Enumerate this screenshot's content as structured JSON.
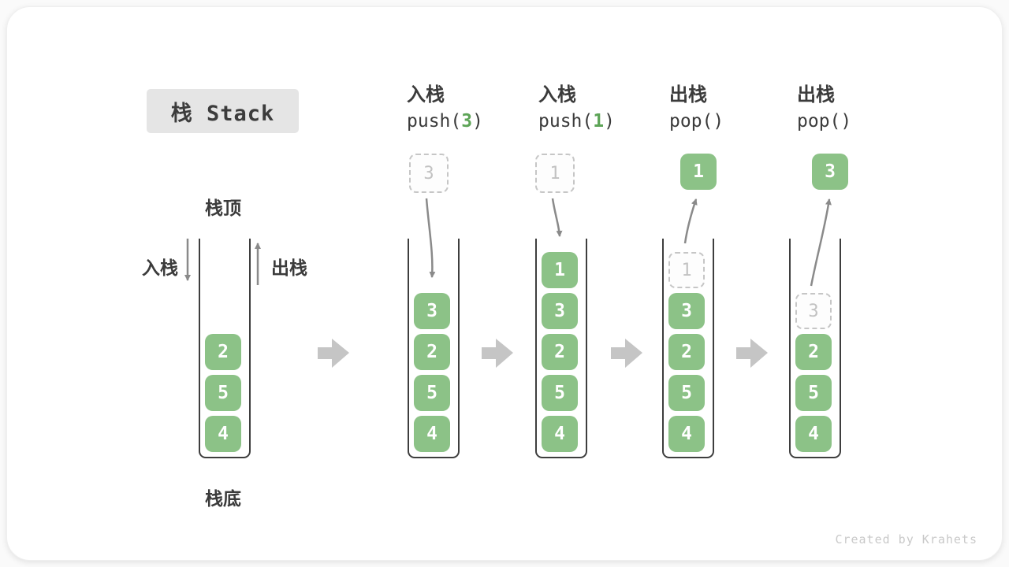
{
  "title": "栈 Stack",
  "labels": {
    "stack_top": "栈顶",
    "stack_bottom": "栈底",
    "push_side": "入栈",
    "pop_side": "出栈"
  },
  "watermark": "Created by Krahets",
  "colors": {
    "cell_green": "#8cc287",
    "code_arg_green": "#5da457",
    "dark_text": "#3b3b3b",
    "motion_arrow_gray": "#8a8a8a",
    "step_arrow_gray": "#c5c5c5",
    "ghost_gray": "#c6c6c6",
    "title_bg": "#e5e5e5"
  },
  "steps": [
    {
      "name": "initial",
      "cells": [
        "2",
        "5",
        "4"
      ]
    },
    {
      "name": "push-3",
      "op_label": "入栈",
      "code_pre": "push(",
      "code_arg": "3",
      "code_post": ")",
      "floating": "3",
      "cells": [
        "3",
        "2",
        "5",
        "4"
      ]
    },
    {
      "name": "push-1",
      "op_label": "入栈",
      "code_pre": "push(",
      "code_arg": "1",
      "code_post": ")",
      "floating": "1",
      "cells": [
        "1",
        "3",
        "2",
        "5",
        "4"
      ]
    },
    {
      "name": "pop-1",
      "op_label": "出栈",
      "code_pre": "pop(",
      "code_arg": "",
      "code_post": ")",
      "floating": "1",
      "ghost": "1",
      "cells": [
        "3",
        "2",
        "5",
        "4"
      ]
    },
    {
      "name": "pop-3",
      "op_label": "出栈",
      "code_pre": "pop(",
      "code_arg": "",
      "code_post": ")",
      "floating": "3",
      "ghost": "3",
      "cells": [
        "2",
        "5",
        "4"
      ]
    }
  ]
}
